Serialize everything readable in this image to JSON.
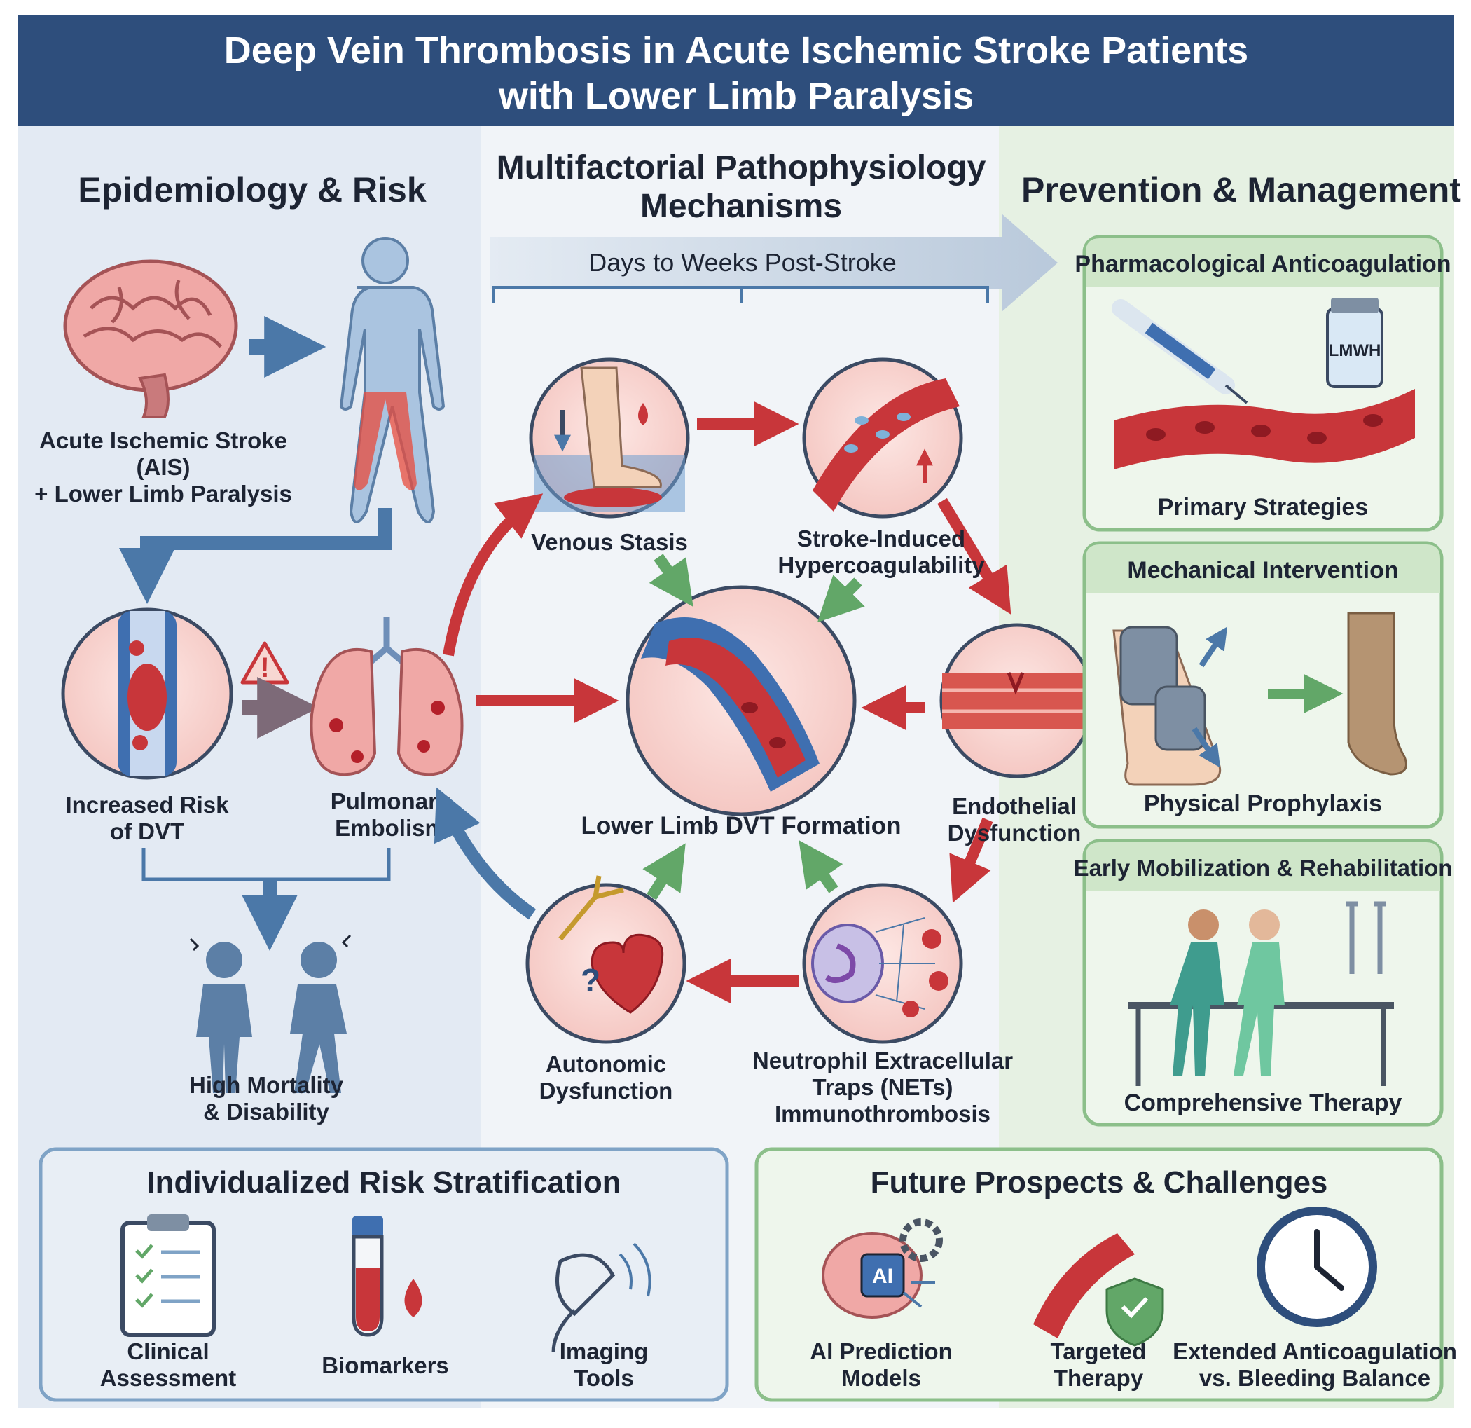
{
  "title": {
    "line1": "Deep Vein Thrombosis in Acute Ischemic Stroke Patients",
    "line2": "with Lower Limb Paralysis"
  },
  "colors": {
    "header_bg": "#2e4e7c",
    "left_bg": "#e3eaf3",
    "middle_bg": "#f1f4f8",
    "right_bg": "#e6f1e3",
    "accent_red": "#c8363a",
    "accent_blue": "#4b78a8",
    "accent_green": "#62a768",
    "panel_border_green": "#8cbf8a",
    "panel_header_green": "#cfe6c9"
  },
  "epidemiology": {
    "heading": "Epidemiology & Risk",
    "ais_label": [
      "Acute Ischemic Stroke",
      "(AIS)",
      "+ Lower Limb Paralysis"
    ],
    "dvt_label": [
      "Increased Risk",
      "of DVT"
    ],
    "pe_label": [
      "Pulmonary",
      "Embolism"
    ],
    "mortality_label": [
      "High Mortality",
      "& Disability"
    ],
    "icons": [
      "brain-icon",
      "human-body-icon",
      "vein-clot-icon",
      "warning-icon",
      "lungs-icon",
      "distressed-people-icon"
    ]
  },
  "mechanisms": {
    "heading": [
      "Multifactorial Pathophysiology",
      "Mechanisms"
    ],
    "timeline": "Days to Weeks Post-Stroke",
    "venous_stasis": [
      "Venous Stasis"
    ],
    "hypercoag": [
      "Stroke-Induced",
      "Hypercoagulability"
    ],
    "center": [
      "Lower Limb DVT Formation"
    ],
    "endothelial": [
      "Endothelial",
      "Dysfunction"
    ],
    "nets": [
      "Neutrophil Extracellular",
      "Traps (NETs)",
      "Immunothrombosis"
    ],
    "autonomic": [
      "Autonomic",
      "Dysfunction"
    ]
  },
  "prevention": {
    "heading": "Prevention & Management",
    "panels": [
      {
        "header": "Pharmacological Anticoagulation",
        "caption": "Primary Strategies",
        "vial_label": "LMWH"
      },
      {
        "header": "Mechanical Intervention",
        "caption": "Physical Prophylaxis"
      },
      {
        "header": "Early Mobilization & Rehabilitation",
        "caption": "Comprehensive Therapy"
      }
    ]
  },
  "risk_stratification": {
    "heading": "Individualized Risk Stratification",
    "items": [
      {
        "label": [
          "Clinical",
          "Assessment"
        ],
        "icon": "clipboard-icon"
      },
      {
        "label": [
          "Biomarkers"
        ],
        "icon": "test-tube-icon"
      },
      {
        "label": [
          "Imaging",
          "Tools"
        ],
        "icon": "ultrasound-probe-icon"
      }
    ]
  },
  "future": {
    "heading": "Future Prospects & Challenges",
    "items": [
      {
        "label": [
          "AI Prediction",
          "Models"
        ],
        "icon": "ai-brain-icon",
        "badge": "AI"
      },
      {
        "label": [
          "Targeted",
          "Therapy"
        ],
        "icon": "shielded-vessel-icon"
      },
      {
        "label": [
          "Extended Anticoagulation",
          "vs. Bleeding Balance"
        ],
        "icon": "clock-icon"
      }
    ]
  }
}
